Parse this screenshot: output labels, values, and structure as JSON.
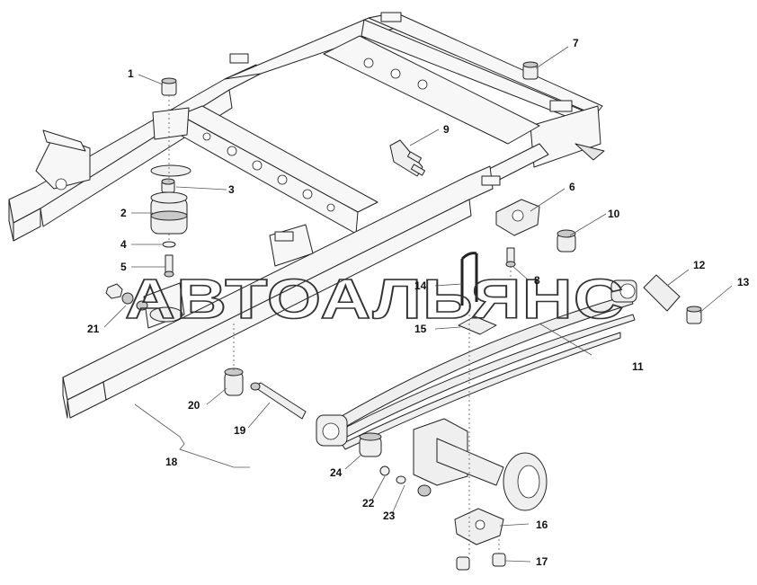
{
  "watermark": "АВТОАЛЬЯНС",
  "callouts": [
    {
      "id": "1",
      "label": "1"
    },
    {
      "id": "2",
      "label": "2"
    },
    {
      "id": "3",
      "label": "3"
    },
    {
      "id": "4",
      "label": "4"
    },
    {
      "id": "5",
      "label": "5"
    },
    {
      "id": "6",
      "label": "6"
    },
    {
      "id": "7",
      "label": "7"
    },
    {
      "id": "8",
      "label": "8"
    },
    {
      "id": "9",
      "label": "9"
    },
    {
      "id": "10",
      "label": "10"
    },
    {
      "id": "11",
      "label": "11"
    },
    {
      "id": "12",
      "label": "12"
    },
    {
      "id": "13",
      "label": "13"
    },
    {
      "id": "14",
      "label": "14"
    },
    {
      "id": "15",
      "label": "15"
    },
    {
      "id": "16",
      "label": "16"
    },
    {
      "id": "17",
      "label": "17"
    },
    {
      "id": "18",
      "label": "18"
    },
    {
      "id": "19",
      "label": "19"
    },
    {
      "id": "20",
      "label": "20"
    },
    {
      "id": "21",
      "label": "21"
    },
    {
      "id": "22",
      "label": "22"
    },
    {
      "id": "23",
      "label": "23"
    },
    {
      "id": "24",
      "label": "24"
    }
  ]
}
